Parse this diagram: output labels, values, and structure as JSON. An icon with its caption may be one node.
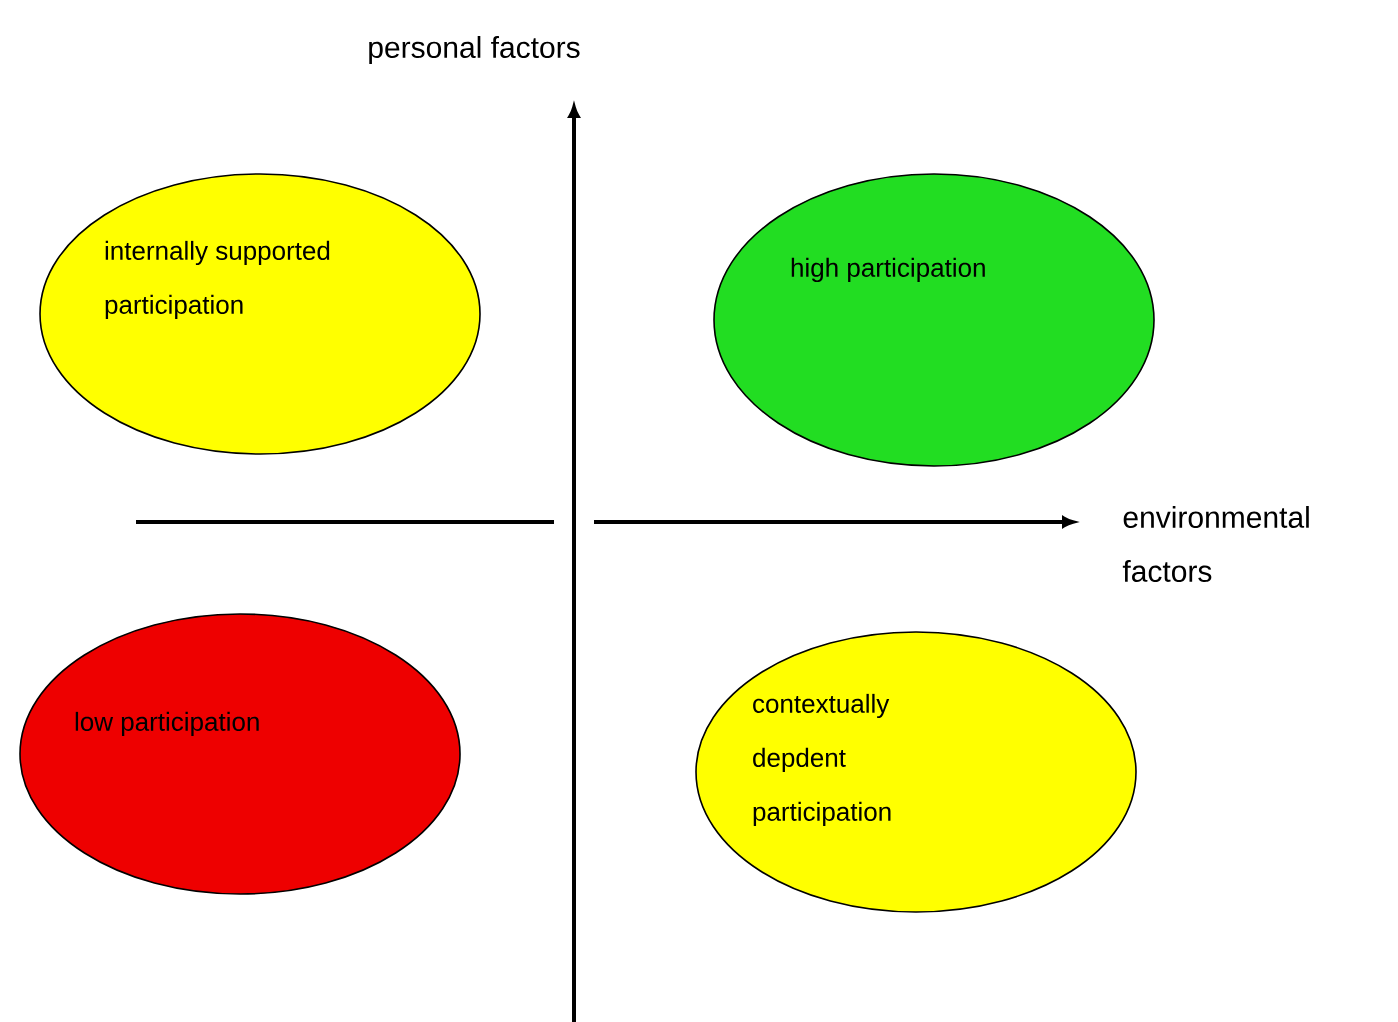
{
  "diagram": {
    "nodes": [
      {
        "text": [
          "internally supported participation"
        ]
      },
      {
        "text": [
          "high participation"
        ]
      },
      {
        "text": [
          "low participation"
        ]
      },
      {
        "text": [
          "contextually depdent participation"
        ]
      }
    ],
    "labels": [
      "personal factors",
      "environmental factors"
    ]
  }
}
